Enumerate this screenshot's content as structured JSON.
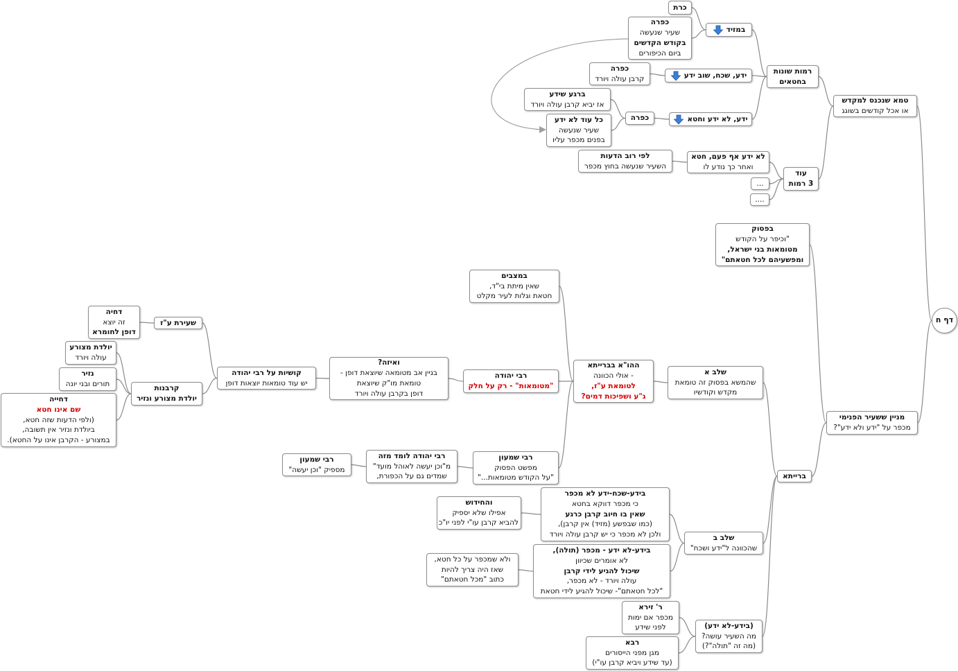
{
  "colors": {
    "edge": "#8a8a8a",
    "emphasis": "#d40000",
    "arrow_icon": "#3d7fd1"
  },
  "nodes": {
    "root": {
      "lines": [
        {
          "t": "דף ח",
          "b": true
        }
      ]
    },
    "tame": {
      "lines": [
        {
          "t": "טמא שנכנס למקדש",
          "b": true
        },
        {
          "t": "או אכל קודשים בשוגג"
        }
      ]
    },
    "ramot": {
      "lines": [
        {
          "t": "רמות שונות",
          "b": true
        },
        {
          "t": "בחטאים",
          "b": true
        }
      ]
    },
    "od3": {
      "lines": [
        {
          "t": "עוד",
          "b": true
        },
        {
          "t": "3 רמות",
          "b": true
        }
      ]
    },
    "bemezid": {
      "lines": [
        {
          "t": "במזיד",
          "b": true
        }
      ],
      "icon": "down-arrow-icon"
    },
    "karet": {
      "lines": [
        {
          "t": "כרת",
          "b": true
        }
      ]
    },
    "kapara1": {
      "lines": [
        {
          "t": "כפרה",
          "b": true
        },
        {
          "t": "שעיר שנעשה"
        },
        {
          "t": "בקודש הקדשים",
          "b": true
        },
        {
          "t": "ביום הכיפורים"
        }
      ]
    },
    "yada_shachach": {
      "lines": [
        {
          "t": "ידע, שכח, שוב ידע",
          "b": true
        }
      ],
      "icon": "down-arrow-icon"
    },
    "kapara2": {
      "lines": [
        {
          "t": "כפרה",
          "b": true
        },
        {
          "t": "קרבן עולה ויורד"
        }
      ]
    },
    "yada_lo": {
      "lines": [
        {
          "t": "ידע, לא ידע וחטא",
          "b": true
        }
      ],
      "icon": "down-arrow-icon"
    },
    "kapara3": {
      "lines": [
        {
          "t": "כפרה",
          "b": true
        }
      ]
    },
    "bregga": {
      "lines": [
        {
          "t": "ברגע שידע",
          "b": true
        },
        {
          "t": "אז יביא קרבן עולה ויורד"
        }
      ]
    },
    "kol_od": {
      "lines": [
        {
          "t": "כל עוד לא ידע",
          "b": true
        },
        {
          "t": "שעיר שנעשה"
        },
        {
          "t": "בפנים מכפר עליו"
        }
      ]
    },
    "lo_yada_af": {
      "lines": [
        {
          "t": "לא ידע אף פעם, חטא",
          "b": true
        },
        {
          "t": "ואחר כך נודע לו"
        }
      ]
    },
    "lefi_rov": {
      "lines": [
        {
          "t": "לפי רוב הדעות",
          "b": true
        },
        {
          "t": "השעיר שנעשה בחוץ מכפר"
        }
      ]
    },
    "dots1": {
      "lines": [
        {
          "t": "..."
        }
      ]
    },
    "dots2": {
      "lines": [
        {
          "t": "...."
        }
      ]
    },
    "bapasuk": {
      "lines": [
        {
          "t": "בפסוק",
          "b": true
        },
        {
          "t": "\"וכיפר על הקודש"
        },
        {
          "t": "מטומאות בני ישראל,",
          "b": true
        },
        {
          "t": "ומפשעיהם לכל חטאתם\"",
          "b": true
        }
      ]
    },
    "minayin": {
      "lines": [
        {
          "t": "מניין ששעיר הפנימי",
          "b": true
        },
        {
          "t": "מכפר על \"ידע ולא ידע\"?"
        }
      ]
    },
    "brayta": {
      "lines": [
        {
          "t": "ברייתא",
          "b": true
        }
      ]
    },
    "shalav_a": {
      "lines": [
        {
          "t": "שלב א",
          "b": true
        },
        {
          "t": "שהמשא בפסוק זה טומאת"
        },
        {
          "t": "מקדש וקודשיו"
        }
      ]
    },
    "shalav_b": {
      "lines": [
        {
          "t": "שלב ב",
          "b": true
        },
        {
          "t": "שהכוונה ל\"ידע ושכח\""
        }
      ]
    },
    "beyadu_lo": {
      "lines": [
        {
          "t": "(בידע-לא ידע)",
          "b": true
        },
        {
          "t": "מה השעיר עושה?"
        },
        {
          "t": "(מה זה \"תולה\"?)"
        }
      ]
    },
    "hahua": {
      "lines": [
        {
          "t": "ההו\"א בברייתא",
          "b": true
        },
        {
          "t": "- אולי הכוונה"
        },
        {
          "t": "לטומאת ע\"ז,",
          "r": true
        },
        {
          "t": "ג\"ע ושפיכות דמים?",
          "r": true,
          "tail": "?"
        }
      ]
    },
    "bamatzavim": {
      "lines": [
        {
          "t": "במצבים",
          "b": true
        },
        {
          "t": "שאין מיתת בי\"ד,"
        },
        {
          "t": "חטאת וגלות לעיר מקלט"
        }
      ]
    },
    "rabi_yehuda": {
      "lines": [
        {
          "t": "רבי יהודה",
          "b": true
        },
        {
          "t": "\"מטומאות\" - רק על חלק",
          "r": true
        }
      ]
    },
    "rabi_shimon": {
      "lines": [
        {
          "t": "רבי שמעון",
          "b": true
        },
        {
          "t": "מפשט הפסוק"
        },
        {
          "t": "\"על הקודש מטומאות...\""
        }
      ]
    },
    "veeize": {
      "lines": [
        {
          "t": "ואיזה?",
          "b": true
        },
        {
          "t": "בניין אב מטומאה שיוצאת דופן -"
        },
        {
          "t": "טומאת מו\"ק שיוצאת"
        },
        {
          "t": "דופן בקרבן עולה ויורד"
        }
      ]
    },
    "rabi_yehuda_lomed": {
      "lines": [
        {
          "t": "רבי יהודה לומד מזה",
          "b": true
        },
        {
          "t": "מ\"וכן יעשה לאוהל מועד\""
        },
        {
          "t": "שמדים גם על הכפורת,"
        }
      ]
    },
    "rabi_shimon2": {
      "lines": [
        {
          "t": "רבי שמעון",
          "b": true
        },
        {
          "t": "מספיק \"וכן יעשה\""
        }
      ]
    },
    "kushiyot": {
      "lines": [
        {
          "t": "קושיות על רבי יהודה",
          "b": true
        },
        {
          "t": "יש עוד טומאות יוצאות דופן"
        }
      ]
    },
    "seirat": {
      "lines": [
        {
          "t": "שעירת ע\"ז",
          "b": true
        }
      ]
    },
    "dchia1": {
      "lines": [
        {
          "t": "דחיה",
          "b": true
        },
        {
          "t": "זה יוצא"
        },
        {
          "t": "דופן לחומרא",
          "b": true
        }
      ]
    },
    "korbanot": {
      "lines": [
        {
          "t": "קרבנות",
          "b": true
        },
        {
          "t": "יולדת מצורע ונזיר",
          "b": true
        }
      ]
    },
    "yoledet": {
      "lines": [
        {
          "t": "יולדת מצורע",
          "b": true
        },
        {
          "t": "עולה ויורד"
        }
      ]
    },
    "nazir": {
      "lines": [
        {
          "t": "נזיר",
          "b": true
        },
        {
          "t": "תורים ובני יונה"
        }
      ]
    },
    "dchia2": {
      "lines": [
        {
          "t": "דחייה",
          "b": true
        },
        {
          "t": "שם אינו חטא",
          "r": true
        },
        {
          "t": "(ולפי הדעות שזה חטא,"
        },
        {
          "t": "ביולדת ונזיר אין תשובה,"
        },
        {
          "t": "במצורע - הקרבן אינו על החטא)."
        }
      ]
    },
    "beyadu_shachach": {
      "lines": [
        {
          "t": "בידע-שכח-ידע לא מכפר",
          "b": true
        },
        {
          "t": "כי מכפר דווקא בחטא"
        },
        {
          "t": "שאין בו חיוב קרבן כרגע",
          "b": true
        },
        {
          "t": "(כמו שבפשע  (מזיד) אין קרבן),"
        },
        {
          "t": "ולכן לא מכפר כי יש קרבן עולה ויורד"
        }
      ]
    },
    "vehachidush": {
      "lines": [
        {
          "t": "והחידוש",
          "b": true
        },
        {
          "t": "אפילו שלא יספיק"
        },
        {
          "t": "להביא קרבן עו\"י לפני יו\"כ"
        }
      ]
    },
    "beyadu_lo_mechaper": {
      "lines": [
        {
          "t": "בידע-לא ידע - מכפר (תולה),",
          "b": true
        },
        {
          "t": "לא אומרים שכיוון"
        },
        {
          "t": "שיכול להגיע לידי קרבן",
          "b": true
        },
        {
          "t": "עולה ויורד - לא מכפר,"
        },
        {
          "t": "\"לכל חטאתם\"- שיכול להגיע לידי חטאת"
        }
      ]
    },
    "velo": {
      "lines": [
        {
          "t": "ולא שמכפר על כל חטא,"
        },
        {
          "t": "שאז היה צריך להיות"
        },
        {
          "t": "כתוב \"מכל חטאתם\""
        }
      ]
    },
    "r_zeira": {
      "lines": [
        {
          "t": "ר' זירא",
          "b": true
        },
        {
          "t": "מכפר אם ימות"
        },
        {
          "t": "לפני שידע"
        }
      ]
    },
    "rava": {
      "lines": [
        {
          "t": "רבא",
          "b": true
        },
        {
          "t": "מגן מפני הייסורים"
        },
        {
          "t": "(עד שידע ויביא קרבן עו\"י)"
        }
      ]
    }
  }
}
